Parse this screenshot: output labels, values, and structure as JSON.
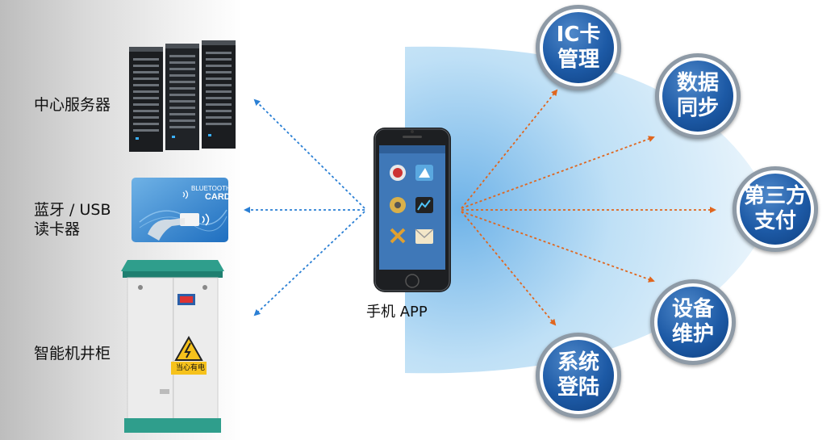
{
  "devices": [
    {
      "label": "中心服务器"
    },
    {
      "label": "蓝牙 / USB\n读卡器"
    },
    {
      "label": "智能机井柜"
    }
  ],
  "card": {
    "brand_line1": "BLUETOOTH",
    "brand_line2": "CARD"
  },
  "cabinet": {
    "warning_text": "当心有电"
  },
  "phone": {
    "label": "手机 APP"
  },
  "functions": [
    {
      "label": "IC卡管理"
    },
    {
      "label": "数据同步"
    },
    {
      "label": "第三方支付"
    },
    {
      "label": "设备维护"
    },
    {
      "label": "系统登陆"
    }
  ],
  "colors": {
    "bubble": "#1d5aa6",
    "left_arrow": "#2a7fd4",
    "right_arrow": "#e0661e"
  }
}
